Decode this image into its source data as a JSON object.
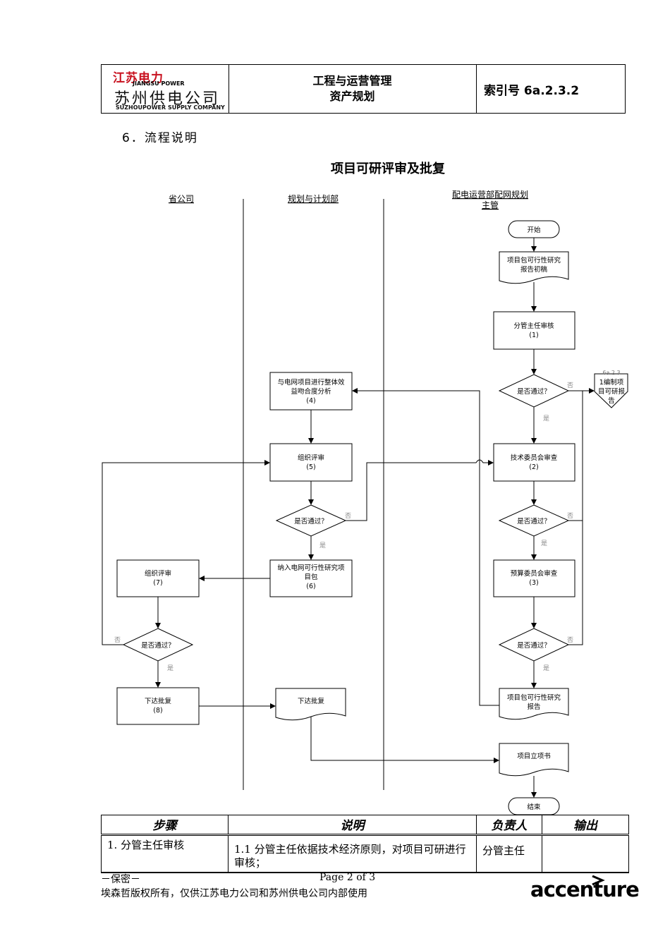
{
  "header": {
    "logo": {
      "company_cn": "江苏电力",
      "company_en": "JIANGSU POWER",
      "branch_cn": "苏州供电公司",
      "branch_en": "SUZHOUPOWER SUPPLY COMPANY"
    },
    "title_line1": "工程与运营管理",
    "title_line2": "资产规划",
    "index_label": "索引号 6a.2.3.2"
  },
  "section_heading": "6．流程说明",
  "flow": {
    "title": "项目可研评审及批复",
    "lanes": {
      "lane1": "省公司",
      "lane2": "规划与计划部",
      "lane3_line1": "配电运营部配网规划",
      "lane3_line2": "主管"
    },
    "nodes": {
      "start": "开始",
      "draft_line1": "项目包可行性研究",
      "draft_line2": "报告初稿",
      "review1_line1": "分管主任审核",
      "review1_line2": "(1)",
      "pass": "是否通过？",
      "offpage_line0": "6a.2.3",
      "offpage_line1": "1编制项",
      "offpage_line2": "目可研报",
      "offpage_line3": "告",
      "tech_line1": "技术委员会审查",
      "tech_line2": "(2)",
      "budget_line1": "预算委员会审查",
      "budget_line2": "(3)",
      "report_line1": "项目包可行性研究",
      "report_line2": "报告",
      "analysis_line1": "与电网项目进行整体效",
      "analysis_line2": "益吻合度分析",
      "analysis_line3": "(4)",
      "org5_line1": "组织评审",
      "org5_line2": "(5)",
      "include_line1": "纳入电网可行性研究项",
      "include_line2": "目包",
      "include_line3": "(6)",
      "org7_line1": "组织评审",
      "org7_line2": "(7)",
      "issue8_line1": "下达批复",
      "issue8_line2": "(8)",
      "issue_doc": "下达批复",
      "approval_doc": "项目立项书",
      "end": "结束",
      "yes": "是",
      "no": "否"
    }
  },
  "steps_table": {
    "headers": [
      "步骤",
      "说明",
      "负责人",
      "输出"
    ],
    "rows": [
      {
        "step": "1. 分管主任审核",
        "desc": "1.1 分管主任依据技术经济原则，对项目可研进行审核；",
        "owner": "分管主任",
        "output": ""
      }
    ]
  },
  "footer": {
    "confidential": "－保密－",
    "page": "Page 2 of 3",
    "copyright": "埃森哲版权所有，仅供江苏电力公司和苏州供电公司内部使用",
    "brand": "accenture"
  },
  "colors": {
    "logo_red": "#c8101e"
  }
}
